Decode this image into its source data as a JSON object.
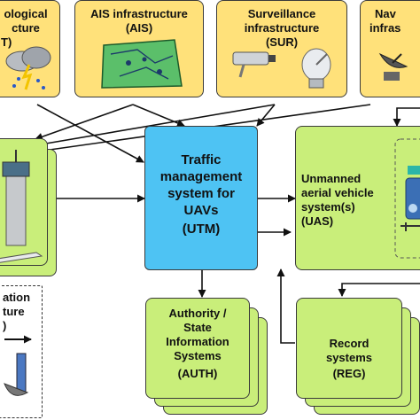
{
  "top_boxes": {
    "met": {
      "line1": "ological",
      "line2": "cture",
      "abbr": "T)"
    },
    "ais": {
      "line1": "AIS infrastructure",
      "abbr": "(AIS)"
    },
    "sur": {
      "line1": "Surveillance",
      "line2": "infrastructure",
      "abbr": "(SUR)"
    },
    "nav": {
      "line1": "Nav",
      "line2": "infras"
    }
  },
  "center": {
    "line1": "Traffic",
    "line2": "management",
    "line3": "system for",
    "line4": "UAVs",
    "abbr": "(UTM)"
  },
  "uas": {
    "line1": "Unmanned",
    "line2": "aerial vehicle",
    "line3": "system(s)",
    "abbr": "(UAS)"
  },
  "auth": {
    "line1": "Authority /",
    "line2": "State",
    "line3": "Information",
    "line4": "Systems",
    "abbr": "(AUTH)"
  },
  "reg": {
    "line1": "Record",
    "line2": "systems",
    "abbr": "(REG)"
  },
  "comm": {
    "line1": "ation",
    "line2": "ture",
    "abbr": ")"
  },
  "colors": {
    "yellow": "#ffe17a",
    "green": "#c9ee7a",
    "blue": "#4ec3f3"
  }
}
